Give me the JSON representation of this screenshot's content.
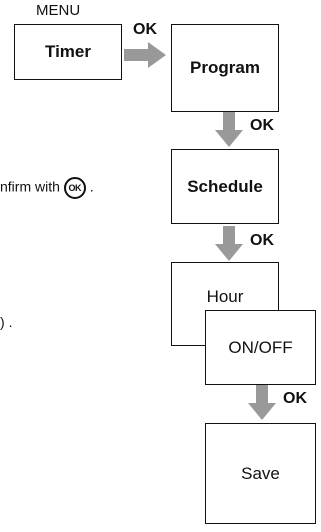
{
  "menu_label": "MENU",
  "ok_text": "OK",
  "steps": {
    "timer": "Timer",
    "program": "Program",
    "schedule": "Schedule",
    "hour": "Hour",
    "onoff": "ON/OFF",
    "save": "Save"
  },
  "side_text": {
    "confirm": "nfirm with",
    "ok_button": "OK",
    "period1": ".",
    "paren_close": ")",
    "period2": "."
  },
  "colors": {
    "arrow": "#999999",
    "border": "#111111"
  }
}
